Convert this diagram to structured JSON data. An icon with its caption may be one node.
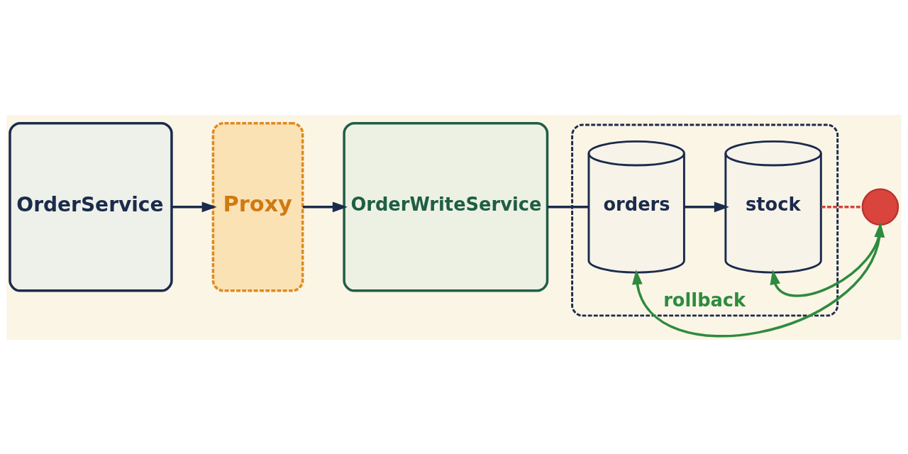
{
  "diagram": {
    "nodes": [
      {
        "text": [
          "OrderService"
        ]
      },
      {
        "text": [
          "Proxy"
        ]
      },
      {
        "text": [
          "OrderWriteService"
        ]
      },
      {
        "text": [
          "rollback"
        ]
      },
      {
        "text": [
          "orders"
        ],
        "in": 3
      },
      {
        "text": [
          "stock"
        ],
        "in": 3
      },
      {
        "text": [],
        "shape": "circle"
      }
    ],
    "edges": [
      {
        "from": 0,
        "to": 1,
        "arrow": "to"
      },
      {
        "from": 1,
        "to": 2,
        "arrow": "to"
      },
      {
        "from": 2,
        "to": 4,
        "arrow": "none"
      },
      {
        "from": 4,
        "to": 5,
        "arrow": "to"
      },
      {
        "from": 5,
        "to": 6,
        "arrow": "none",
        "style": "dashed",
        "color": "#d0453f"
      },
      {
        "from": 6,
        "to": 4,
        "arrow": "both",
        "color": "#2e8b3e"
      },
      {
        "from": 6,
        "to": 5,
        "arrow": "to",
        "color": "#2e8b3e"
      }
    ]
  }
}
